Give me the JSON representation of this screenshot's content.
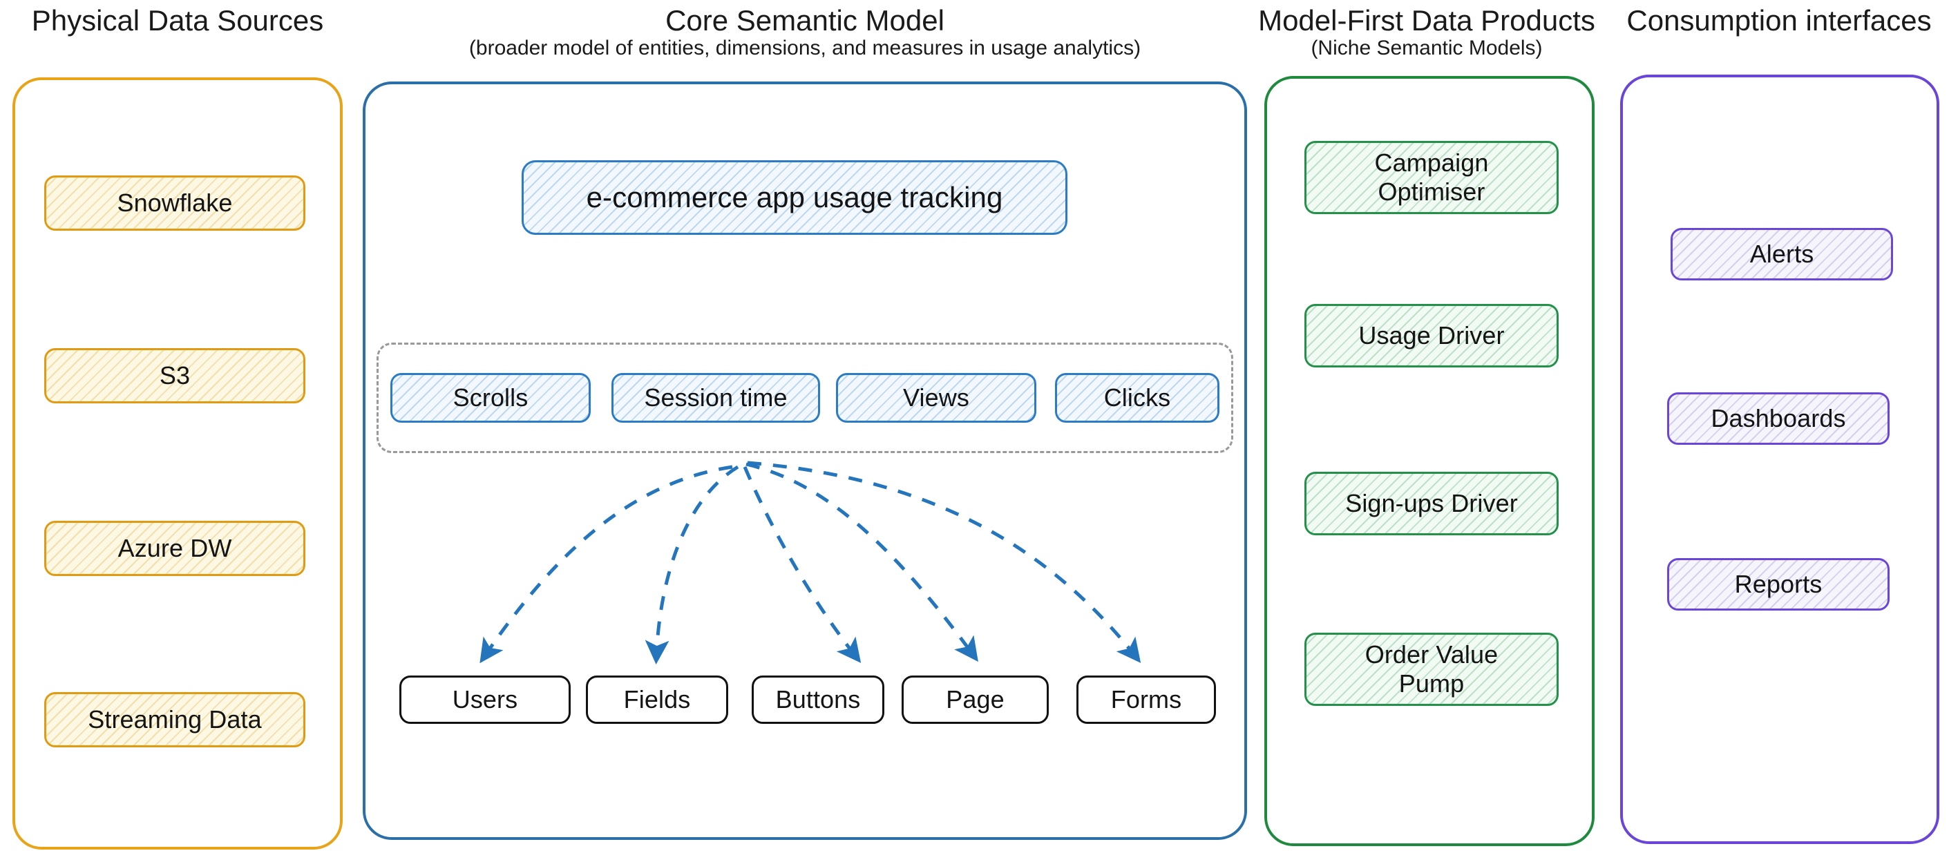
{
  "columns": {
    "physical": {
      "title": "Physical Data Sources",
      "subtitle": "",
      "accent": "#e8a317",
      "items": [
        {
          "label": "Snowflake"
        },
        {
          "label": "S3"
        },
        {
          "label": "Azure DW"
        },
        {
          "label": "Streaming Data"
        }
      ]
    },
    "core": {
      "title": "Core Semantic Model",
      "subtitle": "(broader model of entities, dimensions, and measures in usage analytics)",
      "accent": "#2a6fa8",
      "hero": {
        "label": "e-commerce app usage tracking"
      },
      "measures": [
        {
          "label": "Scrolls"
        },
        {
          "label": "Session time"
        },
        {
          "label": "Views"
        },
        {
          "label": "Clicks"
        }
      ],
      "entities": [
        {
          "label": "Users"
        },
        {
          "label": "Fields"
        },
        {
          "label": "Buttons"
        },
        {
          "label": "Page"
        },
        {
          "label": "Forms"
        }
      ]
    },
    "products": {
      "title": "Model-First Data Products",
      "subtitle": "(Niche Semantic Models)",
      "accent": "#1f8a3e",
      "items": [
        {
          "label": "Campaign\nOptimiser"
        },
        {
          "label": "Usage Driver"
        },
        {
          "label": "Sign-ups Driver"
        },
        {
          "label": "Order Value\nPump"
        }
      ]
    },
    "consumption": {
      "title": "Consumption interfaces",
      "subtitle": "",
      "accent": "#6a46d8",
      "items": [
        {
          "label": "Alerts"
        },
        {
          "label": "Dashboards"
        },
        {
          "label": "Reports"
        }
      ]
    }
  },
  "arrows": {
    "color": "#2575bd",
    "style": "dashed",
    "origin_label": "measures-group-bottom",
    "targets": [
      "Users",
      "Fields",
      "Buttons",
      "Page",
      "Forms"
    ]
  }
}
